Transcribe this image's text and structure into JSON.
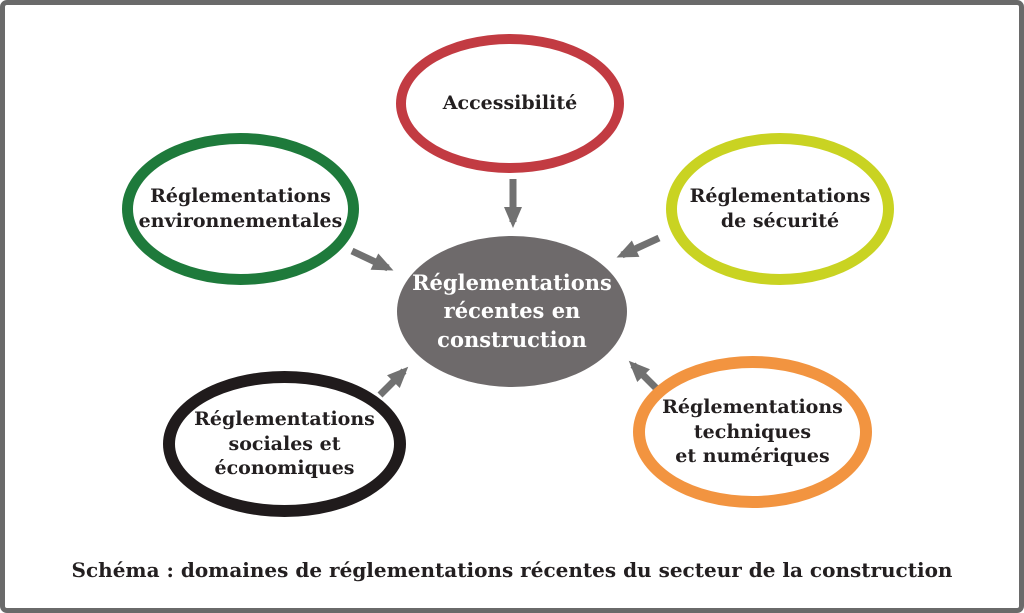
{
  "diagram": {
    "frame_border_color": "#6a6a6a",
    "arrow_color": "#717171",
    "center": {
      "label": "Réglementations\nrécentes en\nconstruction",
      "fill": "#6e6a6b",
      "text_color": "#ffffff"
    },
    "nodes": [
      {
        "id": "accessibilite",
        "label": "Accessibilité",
        "color": "#c23b42"
      },
      {
        "id": "environnementales",
        "label": "Réglementations\nenvironnementales",
        "color": "#1e7a3b"
      },
      {
        "id": "securite",
        "label": "Réglementations\nde sécurité",
        "color": "#c9d322"
      },
      {
        "id": "sociales",
        "label": "Réglementations\nsociales et\néconomiques",
        "color": "#201b1c"
      },
      {
        "id": "techniques",
        "label": "Réglementations\ntechniques\net numériques",
        "color": "#f29440"
      }
    ]
  },
  "caption": "Schéma : domaines de réglementations récentes du secteur de la construction"
}
